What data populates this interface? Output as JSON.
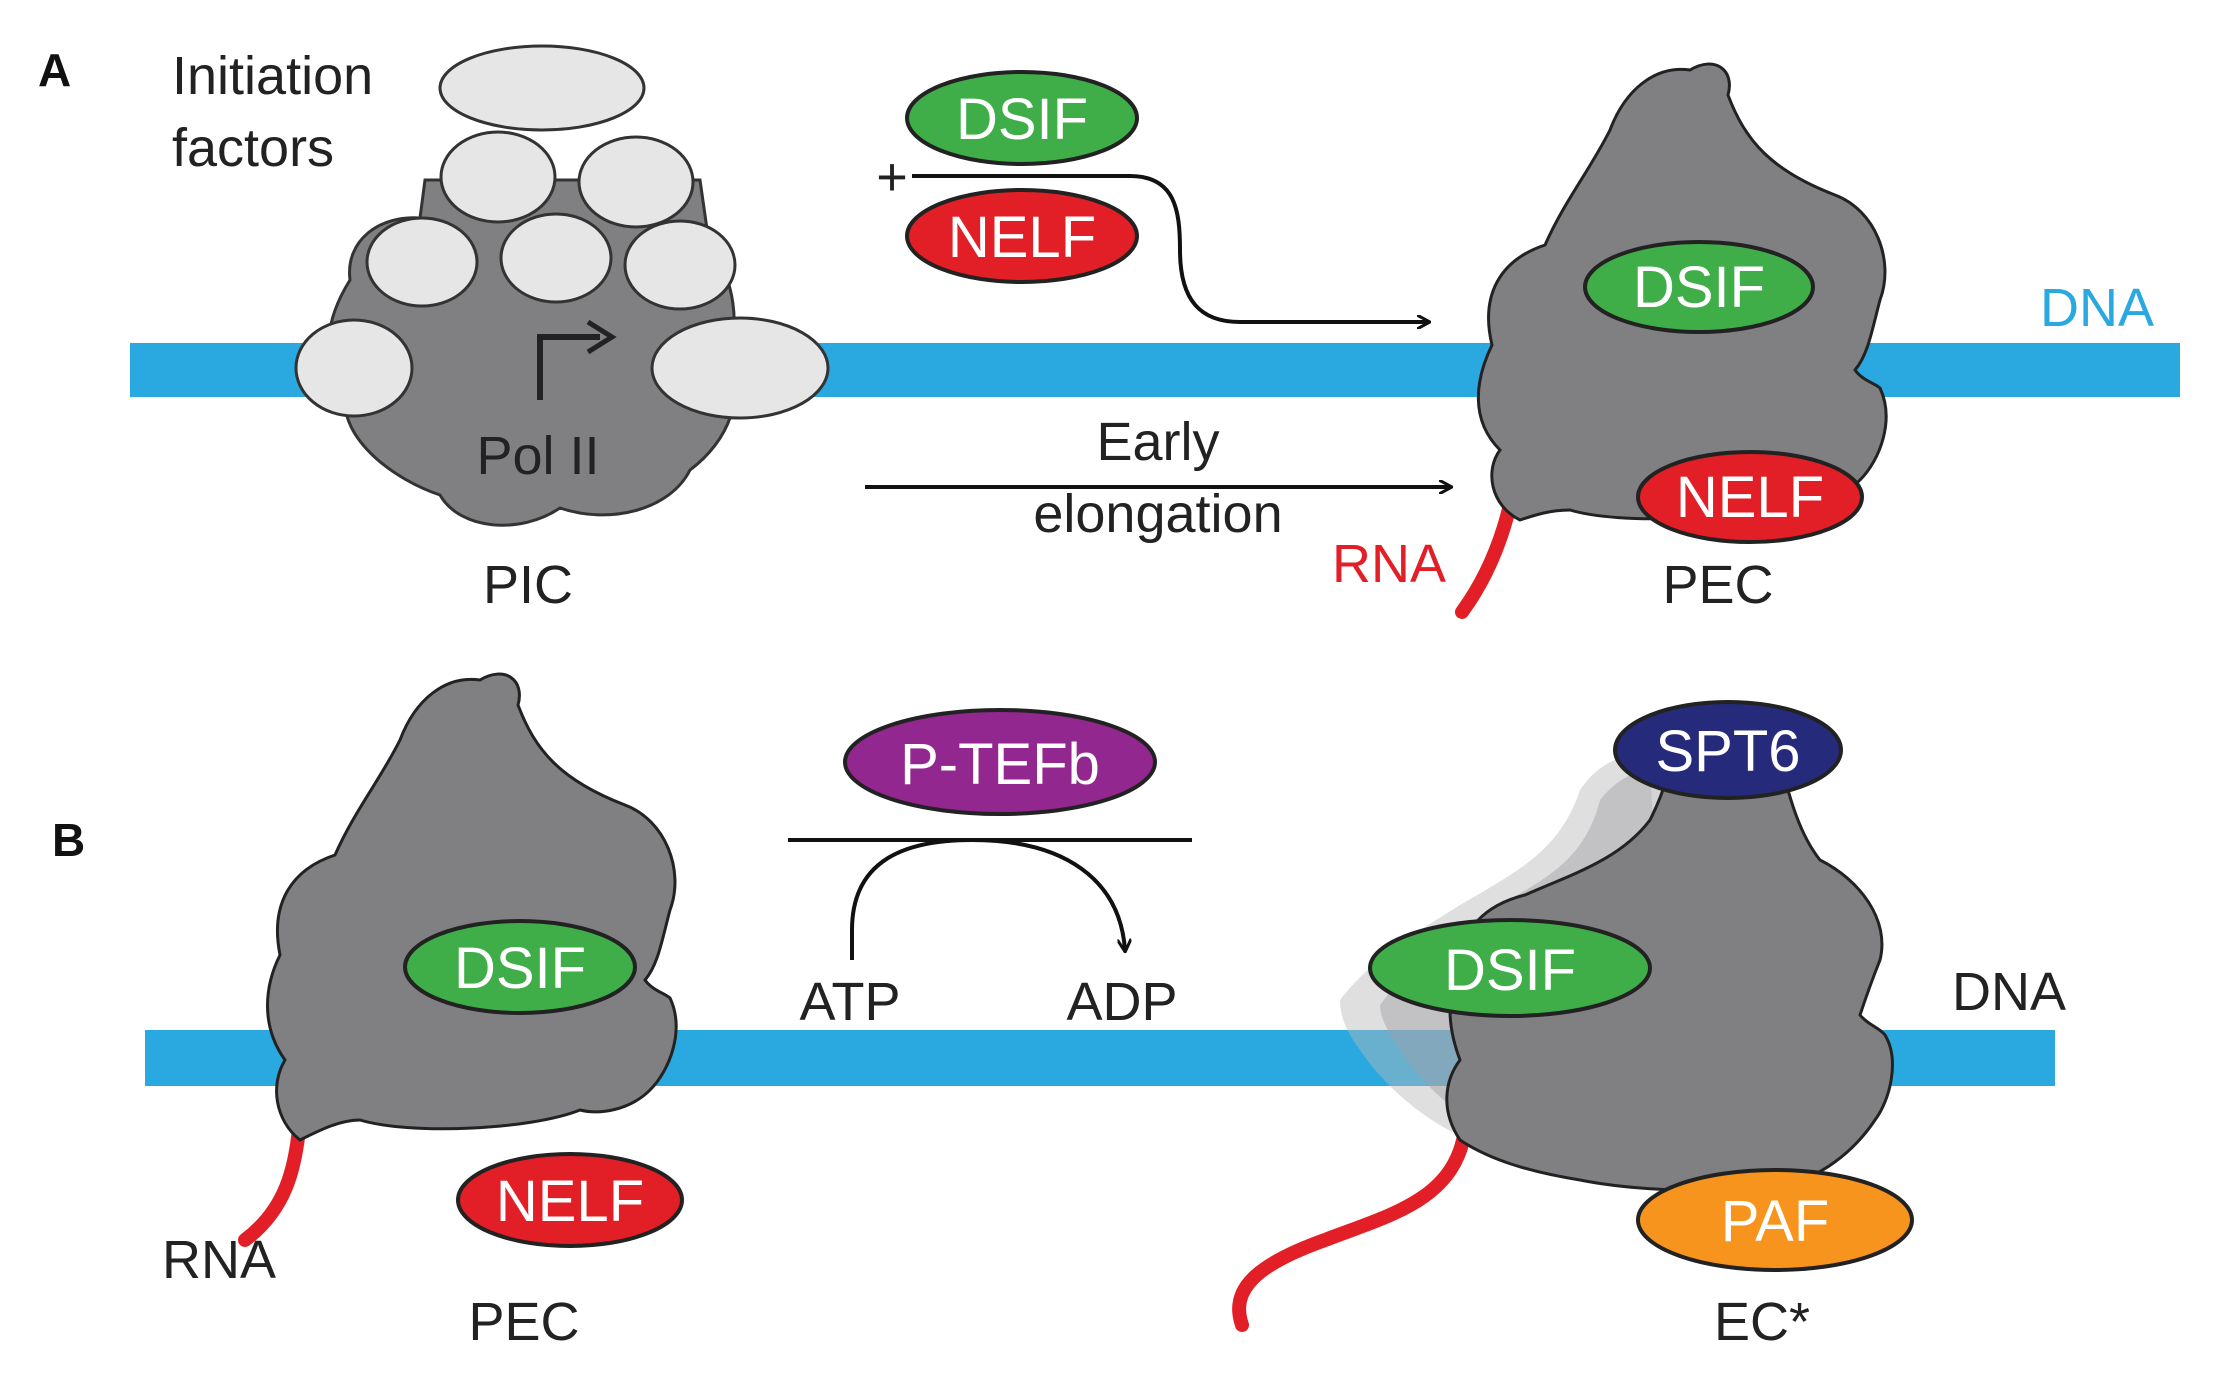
{
  "panels": {
    "a": {
      "label": "A",
      "initiation_factors": [
        "Initiation",
        "factors"
      ],
      "pol2": "Pol II",
      "pic": "PIC",
      "plus": "+",
      "dsif": "DSIF",
      "nelf": "NELF",
      "early_elongation": [
        "Early",
        "elongation"
      ],
      "dna": "DNA",
      "rna": "RNA",
      "pec": "PEC"
    },
    "b": {
      "label": "B",
      "dsif": "DSIF",
      "nelf": "NELF",
      "rna": "RNA",
      "pec": "PEC",
      "ptefb": "P-TEFb",
      "atp": "ATP",
      "adp": "ADP",
      "spt6": "SPT6",
      "paf": "PAF",
      "dna": "DNA",
      "ec": "EC*"
    }
  },
  "colors": {
    "dna": "#29a9e0",
    "pol2": "#808083",
    "factor": "#e6e6e6",
    "dsif": "#3fae49",
    "nelf": "#e21f26",
    "rna": "#e21f26",
    "ptefb": "#92278f",
    "spt6": "#262a7a",
    "paf": "#f7941d",
    "dna_label_a": "#29a9e0"
  },
  "icons": {
    "transcription_start": "bent-arrow-icon"
  }
}
